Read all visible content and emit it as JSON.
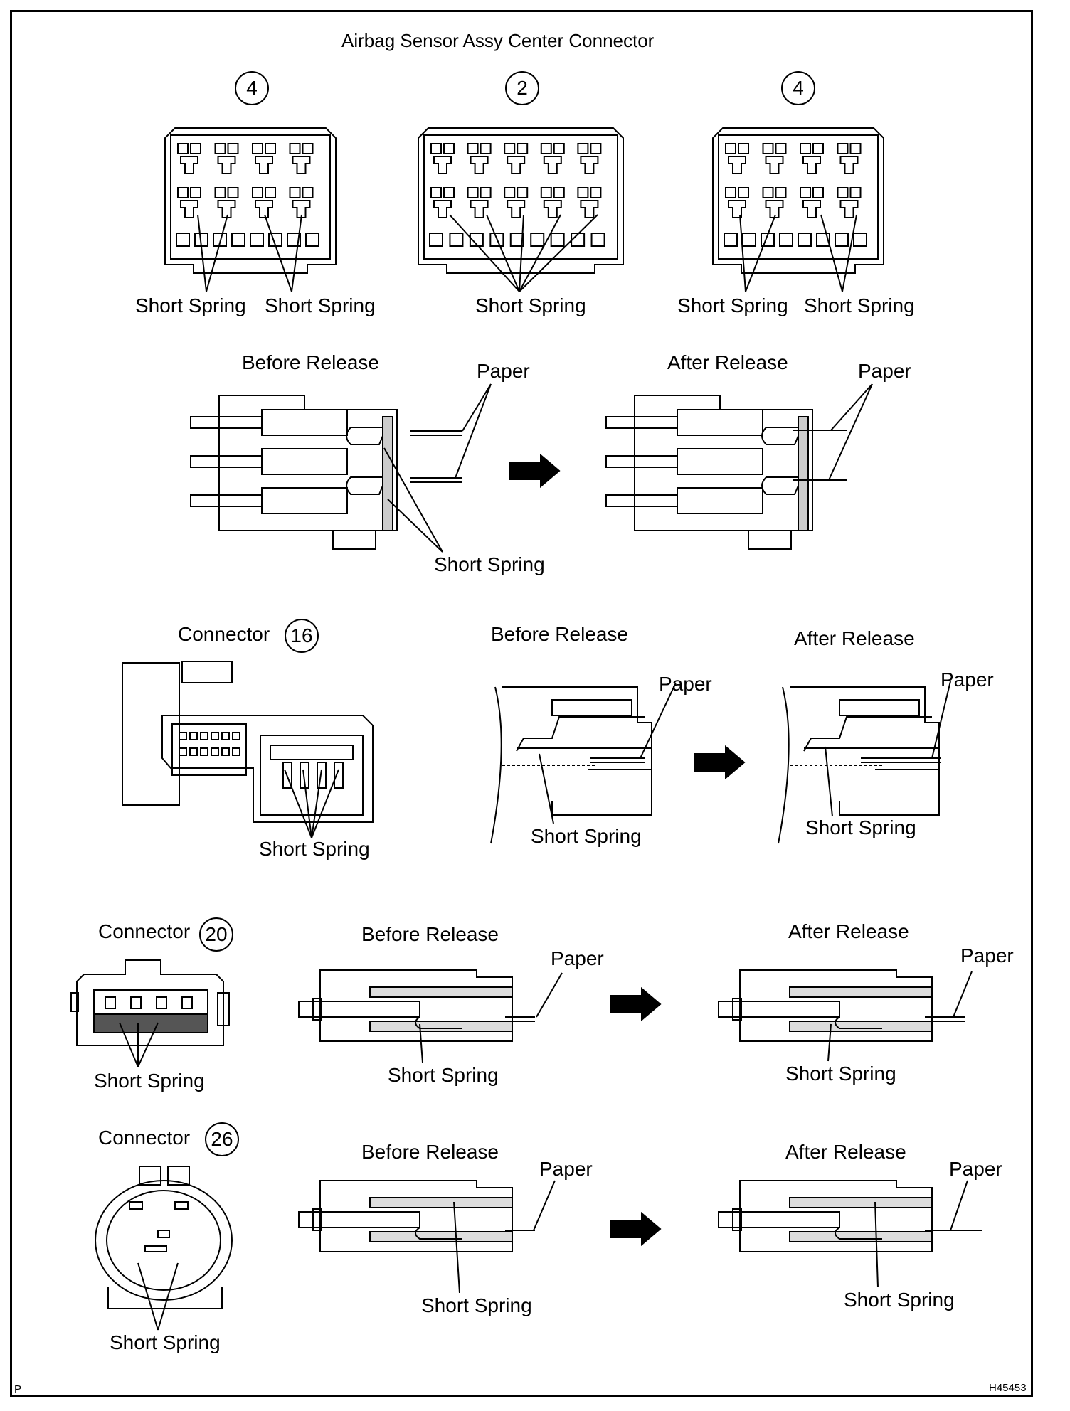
{
  "title": "Airbag Sensor Assy Center Connector",
  "center_connectors": [
    {
      "number": "4",
      "spring_labels": [
        "Short Spring",
        "Short Spring"
      ]
    },
    {
      "number": "2",
      "spring_labels": [
        "Short Spring"
      ]
    },
    {
      "number": "4",
      "spring_labels": [
        "Short Spring",
        "Short Spring"
      ]
    }
  ],
  "labels": {
    "short_spring": "Short Spring",
    "paper": "Paper",
    "before_release": "Before Release",
    "after_release": "After Release",
    "connector": "Connector"
  },
  "connectors": [
    {
      "number": "16"
    },
    {
      "number": "20"
    },
    {
      "number": "26"
    }
  ],
  "footer": {
    "left_mark": "P",
    "figure_id": "H45453"
  }
}
